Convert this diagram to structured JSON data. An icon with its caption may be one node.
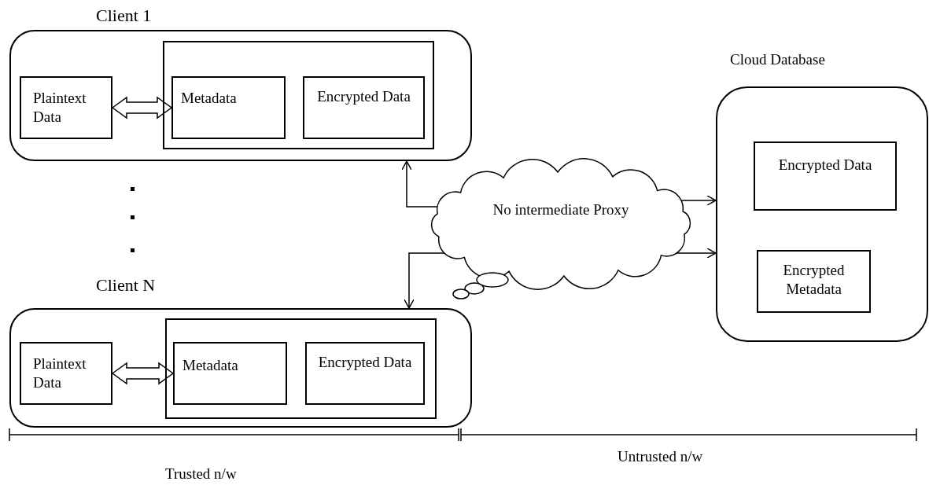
{
  "diagram": {
    "nodes": [
      {
        "text": [
          "Client 1"
        ]
      },
      {
        "text": [
          "Plaintext Data"
        ],
        "in": 0
      },
      {
        "text": [],
        "shape": "box",
        "in": 0
      },
      {
        "text": [
          "Metadata"
        ],
        "in": 2
      },
      {
        "text": [
          "Encrypted Data"
        ],
        "in": 2
      },
      {
        "text": [
          "Client N"
        ]
      },
      {
        "text": [
          "Plaintext Data"
        ],
        "in": 5
      },
      {
        "text": [],
        "shape": "box",
        "in": 5
      },
      {
        "text": [
          "Metadata"
        ],
        "in": 7
      },
      {
        "text": [
          "Encrypted Data"
        ],
        "in": 7
      },
      {
        "text": [
          "No intermediate Proxy"
        ]
      },
      {
        "text": [
          "Cloud Database"
        ]
      },
      {
        "text": [
          "Encrypted Data"
        ],
        "in": 11
      },
      {
        "text": [
          "Encrypted Metadata"
        ],
        "in": 11
      }
    ],
    "edges": [
      {
        "from": 1,
        "to": 3,
        "arrow": "both",
        "style": "thick"
      },
      {
        "from": 6,
        "to": 8,
        "arrow": "both",
        "style": "thick"
      },
      {
        "from": 10,
        "to": 0,
        "arrow": "to"
      },
      {
        "from": 10,
        "to": 5,
        "arrow": "to"
      },
      {
        "from": 10,
        "to": 11,
        "arrow": "to"
      },
      {
        "from": 10,
        "to": 11,
        "arrow": "to"
      }
    ],
    "labels": [
      "Trusted n/w",
      "Untrusted n/w"
    ]
  }
}
